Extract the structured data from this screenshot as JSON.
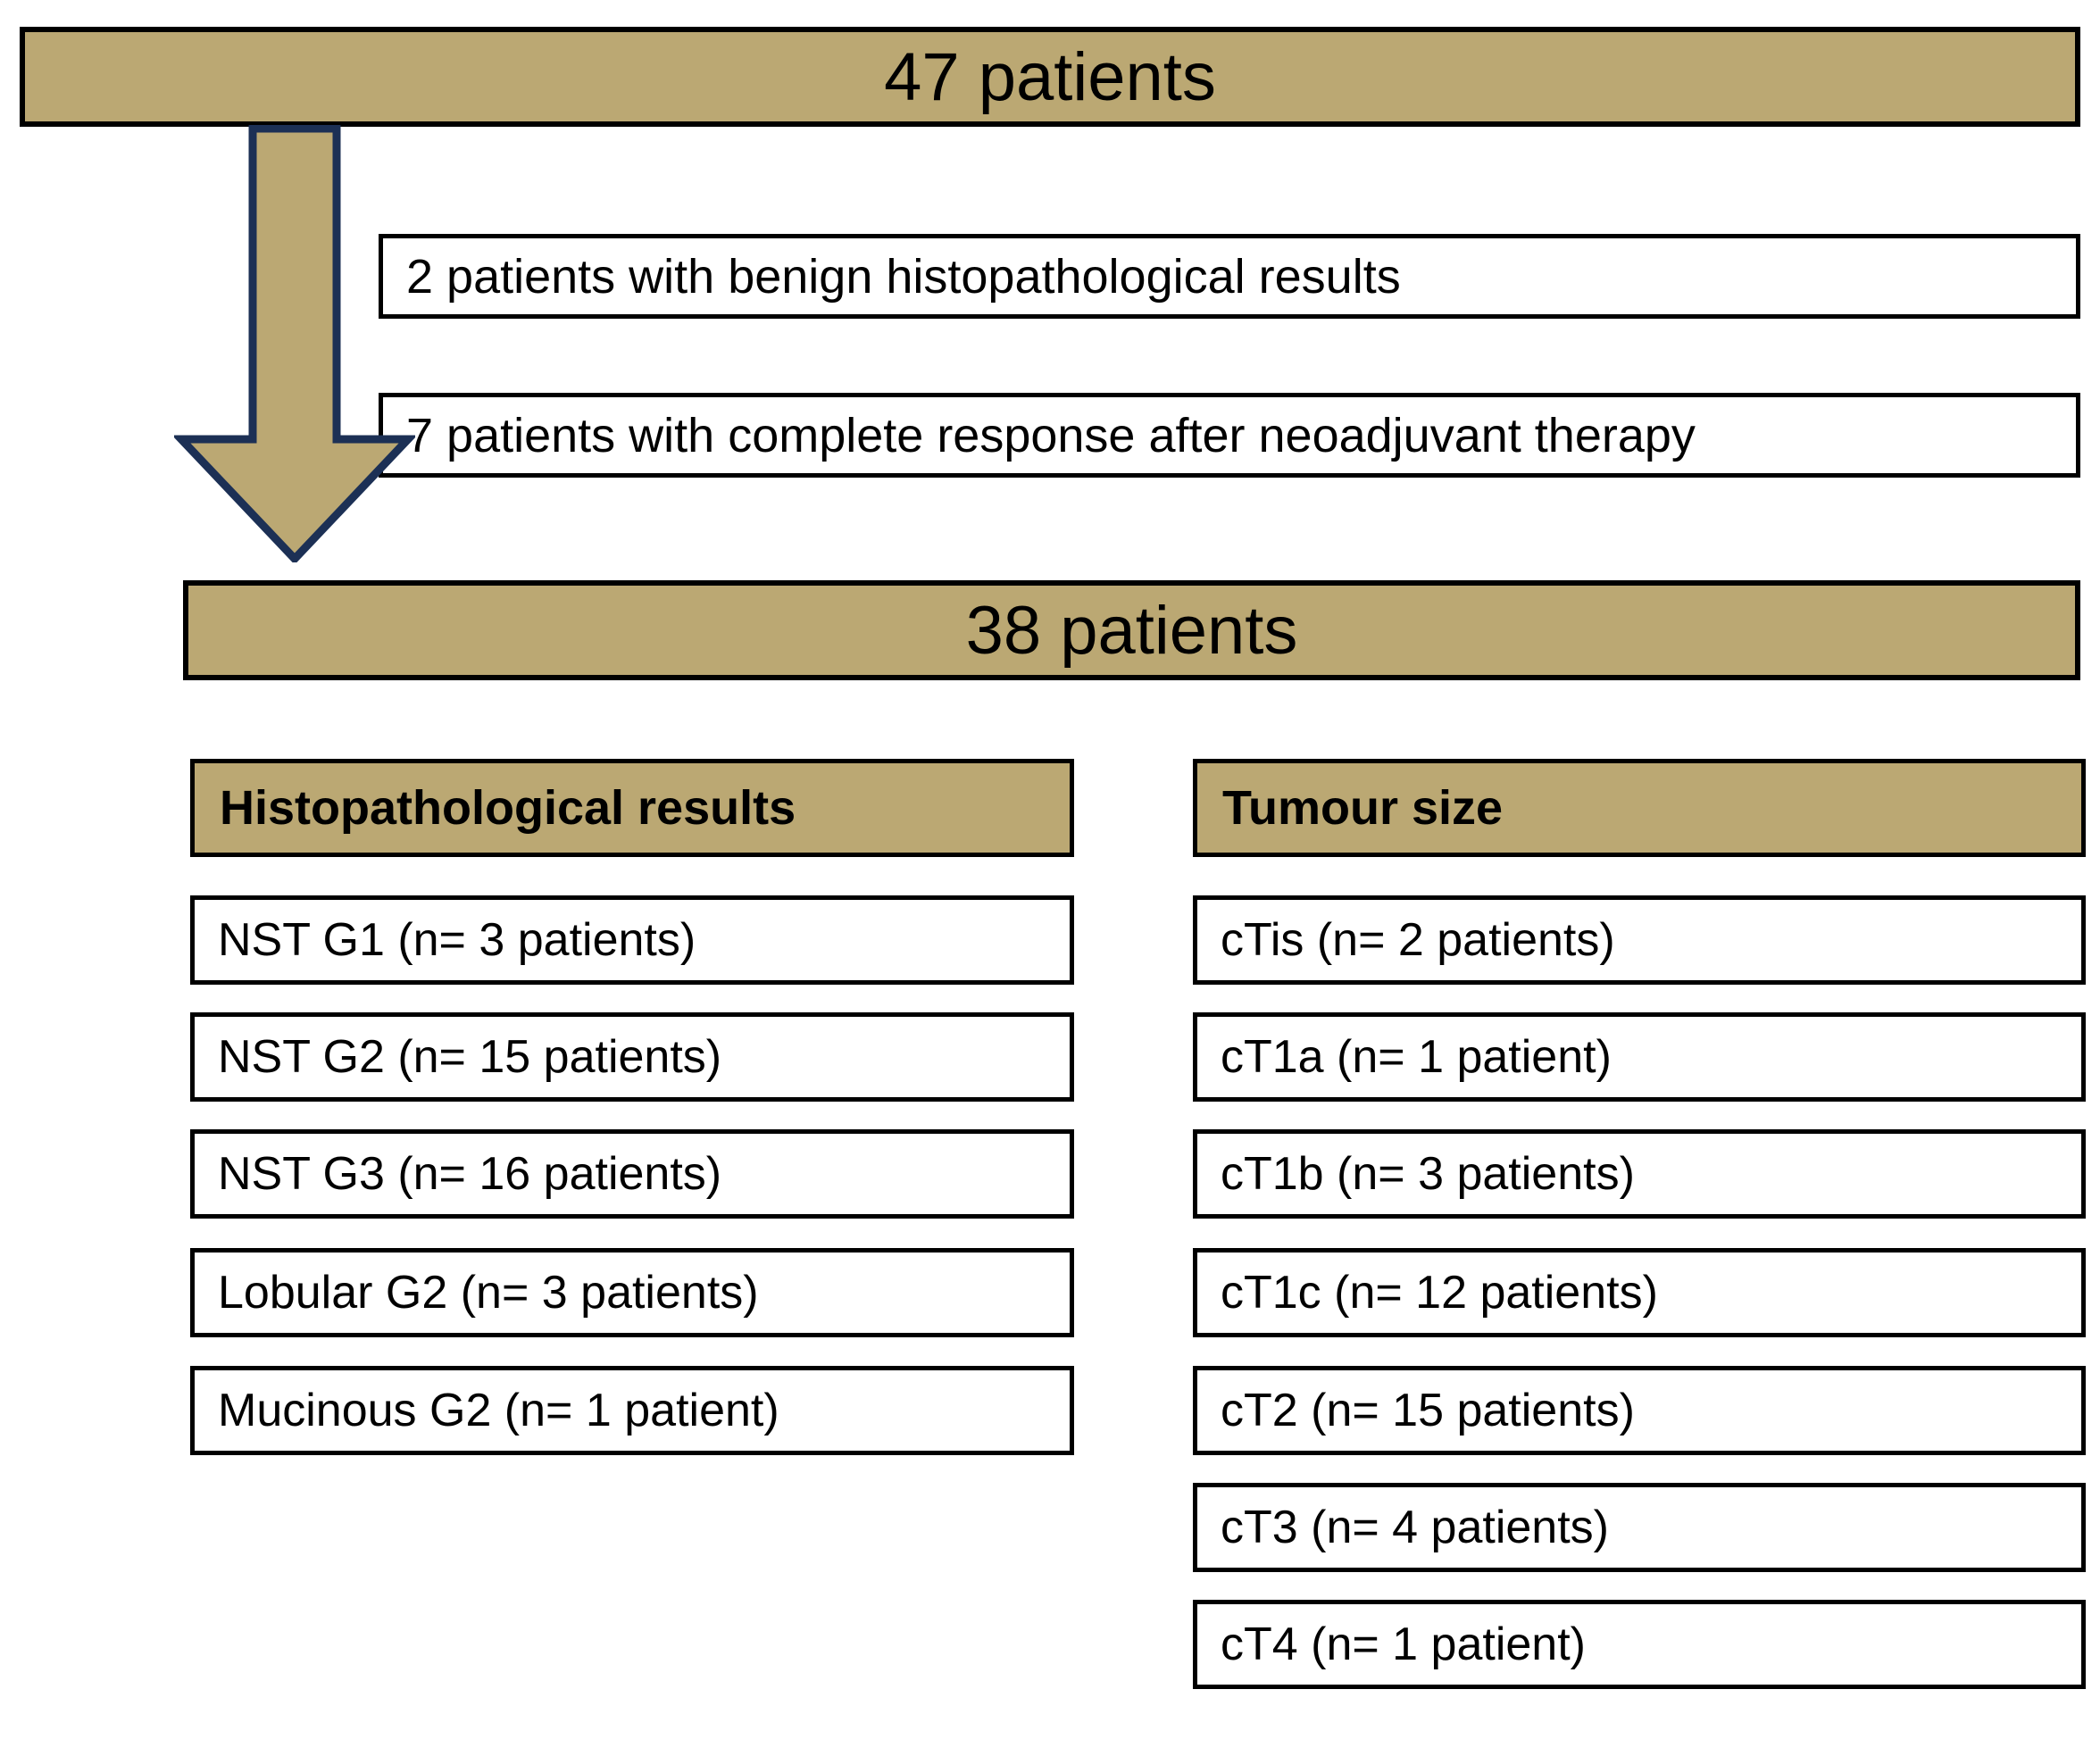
{
  "flowchart": {
    "title_top": "47 patients",
    "title_mid": "38 patients",
    "exclusions": [
      {
        "label": "2 patients with benign histopathological results"
      },
      {
        "label": "7 patients with complete response after neoadjuvant therapy"
      }
    ],
    "arrow_icon": "down-arrow-icon",
    "columns": [
      {
        "header": "Histopathological results",
        "rows": [
          {
            "label": "NST G1  (n= 3 patients)"
          },
          {
            "label": "NST G2  (n= 15 patients)"
          },
          {
            "label": "NST G3  (n= 16 patients)"
          },
          {
            "label": "Lobular G2 (n= 3 patients)"
          },
          {
            "label": "Mucinous G2 (n= 1 patient)"
          }
        ]
      },
      {
        "header": "Tumour size",
        "rows": [
          {
            "label": "cTis (n= 2 patients)"
          },
          {
            "label": "cT1a (n= 1 patient)"
          },
          {
            "label": "cT1b (n= 3 patients)"
          },
          {
            "label": "cT1c (n= 12 patients)"
          },
          {
            "label": "cT2 (n= 15 patients)"
          },
          {
            "label": "cT3 (n= 4 patients)"
          },
          {
            "label": "cT4 (n= 1 patient)"
          }
        ]
      }
    ],
    "colors": {
      "fill_tan": "#bba873",
      "border_black": "#000000",
      "arrow_border": "#1c3055",
      "background": "#ffffff"
    }
  }
}
